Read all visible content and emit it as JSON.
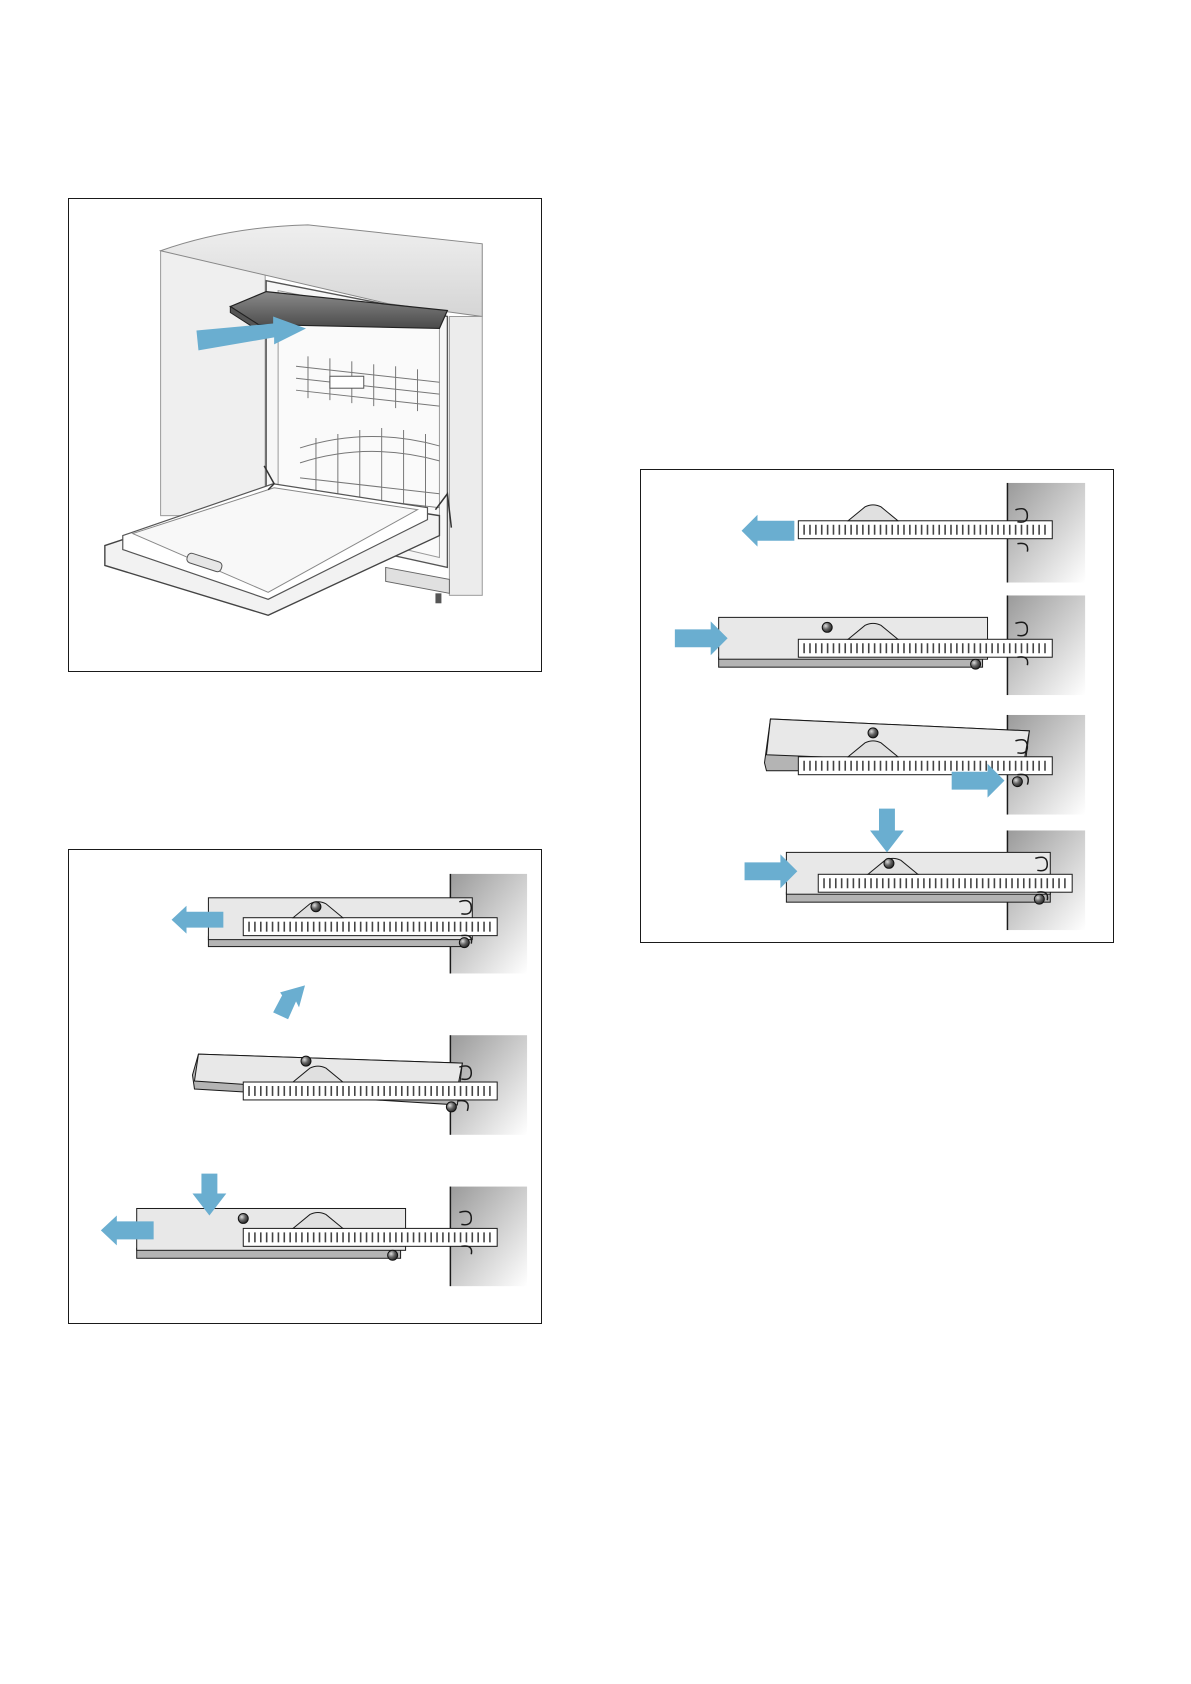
{
  "figures": [
    {
      "id": "fig1",
      "subject": "dishwasher-open-top-basket-removal"
    },
    {
      "id": "fig2",
      "subject": "rail-unlock-sequence",
      "steps": 3
    },
    {
      "id": "fig3",
      "subject": "rail-lock-sequence",
      "steps": 4
    }
  ],
  "colors": {
    "arrow": "#6aaed0",
    "outline": "#1a1a1a",
    "panel_fill": "#e8e8e8",
    "shadow_fill": "#b4b4b4",
    "wall_gradient_start": "#9a9a9a",
    "wall_gradient_end": "#ffffff",
    "ball": "#555555"
  },
  "icons": [
    "arrow-left-icon",
    "arrow-right-icon",
    "arrow-down-icon",
    "arrow-up-tilted-icon",
    "ball-stopper-icon",
    "hook-icon"
  ]
}
